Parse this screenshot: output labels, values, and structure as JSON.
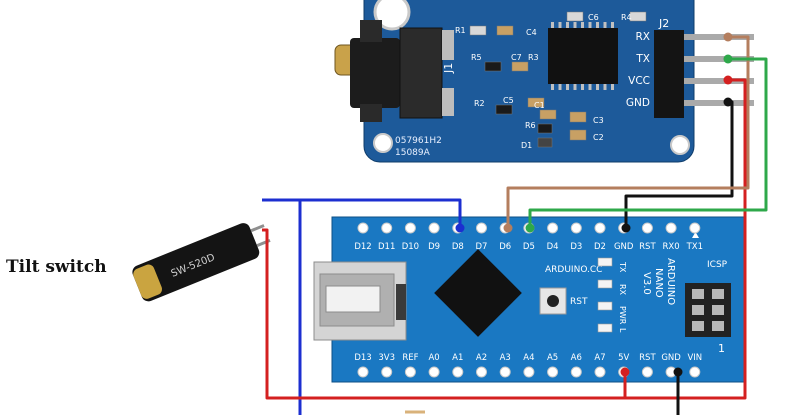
{
  "component_label": "Tilt switch",
  "mp3_module": {
    "pins": [
      "RX",
      "TX",
      "VCC",
      "GND"
    ],
    "header_label": "J2",
    "jack_label": "J1",
    "code1": "057961H2",
    "code2": "15089A",
    "parts": [
      "R1",
      "C4",
      "C6",
      "R4",
      "C7",
      "R5",
      "R3",
      "R2",
      "C5",
      "C1",
      "R6",
      "C3",
      "C2",
      "D1"
    ],
    "board_color": "#1d5a9a"
  },
  "arduino": {
    "top_pins": [
      "D12",
      "D11",
      "D10",
      "D9",
      "D8",
      "D7",
      "D6",
      "D5",
      "D4",
      "D3",
      "D2",
      "GND",
      "RST",
      "RX0",
      "TX1"
    ],
    "bottom_pins": [
      "D13",
      "3V3",
      "REF",
      "A0",
      "A1",
      "A2",
      "A3",
      "A4",
      "A5",
      "A6",
      "A7",
      "5V",
      "RST",
      "GND",
      "VIN"
    ],
    "brand": "ARDUINO.CC",
    "name_lines": [
      "ARDUINO",
      "NANO",
      "V3.0"
    ],
    "icsp": "ICSP",
    "rst_button": "RST",
    "led_labels": [
      "TX",
      "RX",
      "PWR",
      "L"
    ],
    "pin_one": "1",
    "board_color": "#1a78c2"
  },
  "tilt_sensor_text": "SW-520D",
  "wire_colors": {
    "blue": "#1c2fd0",
    "brown": "#b47e5e",
    "green": "#2ea84a",
    "red": "#d42020",
    "black": "#111111"
  }
}
